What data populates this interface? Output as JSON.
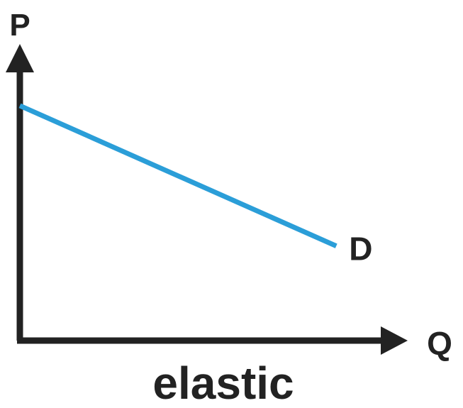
{
  "chart_data": {
    "type": "line",
    "title": "",
    "ylabel": "P",
    "xlabel": "Q",
    "caption": "elastic",
    "grid": false,
    "series": [
      {
        "name": "D",
        "x": [
          0,
          0.85
        ],
        "y": [
          0.77,
          0.31
        ]
      }
    ],
    "xlim": [
      0,
      1
    ],
    "ylim": [
      0,
      1
    ]
  },
  "colors": {
    "axis": "#222222",
    "curve": "#2b9ed8",
    "text": "#222222"
  }
}
